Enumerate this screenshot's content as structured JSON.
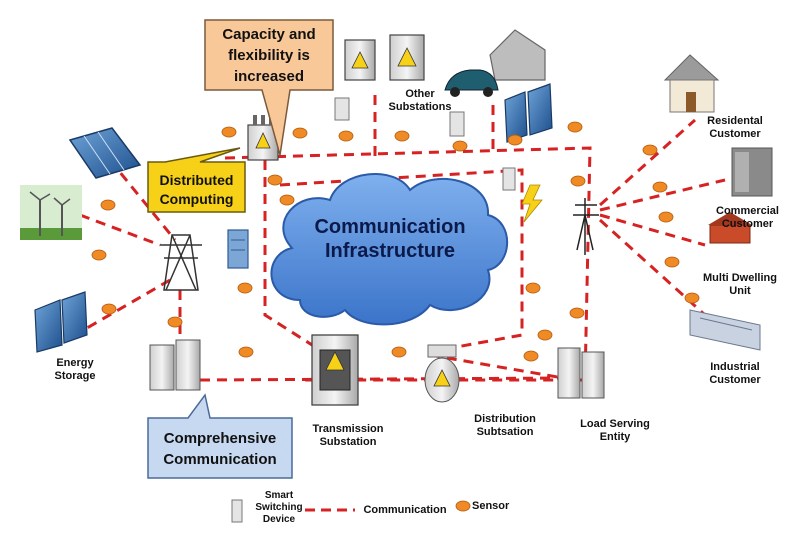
{
  "center": {
    "title": "Communication\nInfrastructure"
  },
  "callouts": {
    "capacity": "Capacity and\nflexibility is\nincreased",
    "distributed": "Distributed\nComputing",
    "comprehensive": "Comprehensive\nCommunication"
  },
  "labels": {
    "other_substations": "Other\nSubstations",
    "residential": "Residental\nCustomer",
    "commercial": "Commercial\nCustomer",
    "multi_dwelling": "Multi Dwelling\nUnit",
    "industrial": "Industrial\nCustomer",
    "energy_storage": "Energy\nStorage",
    "transmission": "Transmission\nSubstation",
    "distribution": "Distribution\nSubtsation",
    "load_serving": "Load  Serving\nEntity"
  },
  "legend": {
    "smart_switch": "Smart\nSwitching\nDevice",
    "communication": "Communication",
    "sensor": "Sensor"
  },
  "colors": {
    "comm_line": "#d62222",
    "cloud": "#4a86d8",
    "sensor": "#f08a24",
    "callout_orange": "#f8c898",
    "callout_yellow": "#f7d117",
    "callout_blue": "#c6d9f1"
  }
}
